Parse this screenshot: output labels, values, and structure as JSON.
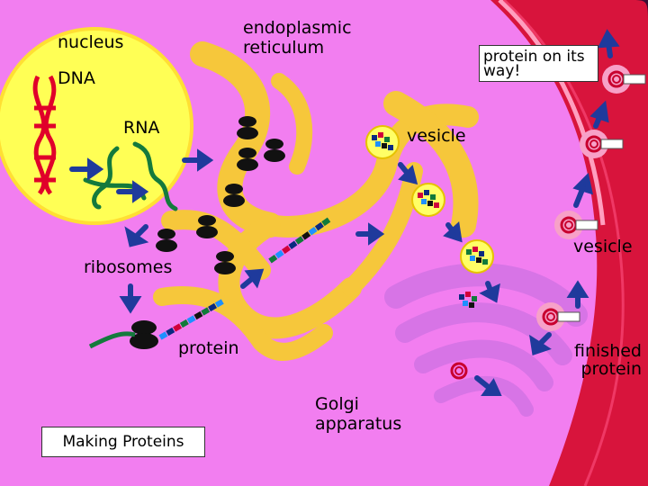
{
  "labels": {
    "nucleus": "nucleus",
    "dna": "DNA",
    "rna": "RNA",
    "er": "endoplasmic reticulum",
    "protein_way": "protein on its way!",
    "vesicle_top": "vesicle",
    "vesicle_right": "vesicle",
    "ribosomes": "ribosomes",
    "protein": "protein",
    "finished_protein": "finished protein",
    "golgi": "Golgi apparatus",
    "caption": "Making Proteins"
  },
  "colors": {
    "cytoplasm": "#f27ef0",
    "nucleus": "#ffff55",
    "er": "#f6c73b",
    "golgi": "#d774e6",
    "membrane": "#d8143c",
    "outer_dark": "#3a0f35",
    "arrow": "#1f3a9c",
    "dna": "#e0002a",
    "rna": "#147a3c"
  }
}
